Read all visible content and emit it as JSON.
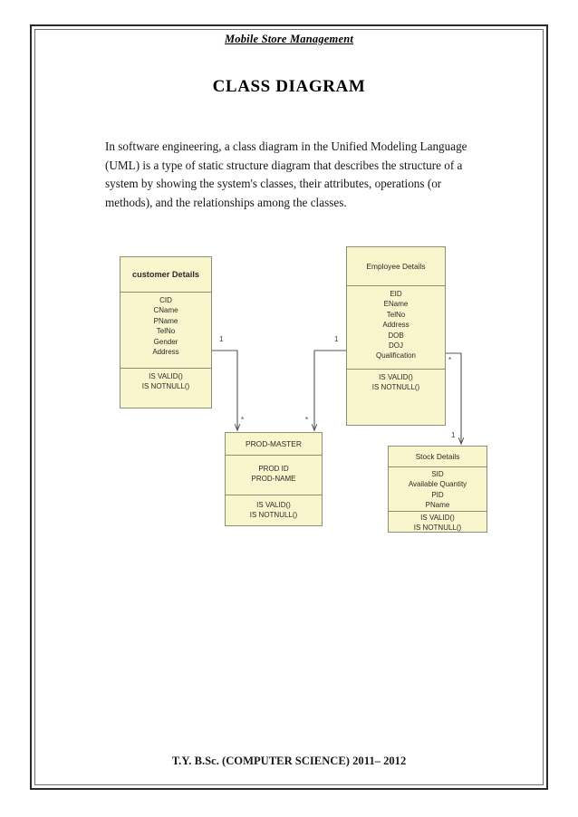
{
  "document": {
    "subtitle": "Mobile Store Management",
    "title": "CLASS DIAGRAM",
    "paragraph": "In software engineering, a class diagram in the Unified Modeling Language (UML) is a type of static structure diagram that describes the structure of a system by showing the system's classes, their attributes, operations (or methods), and the relationships among the classes.",
    "footer": "T.Y. B.Sc. (COMPUTER SCIENCE) 2011– 2012"
  },
  "diagram": {
    "type": "uml-class-diagram",
    "fill_color": "#f9f5cd",
    "border_color": "#8d8d78",
    "line_color": "#555555",
    "classes": [
      {
        "id": "customer",
        "name": "customer Details",
        "attributes": [
          "CID",
          "CName",
          "PName",
          "TelNo",
          "Gender",
          "Address"
        ],
        "operations": [
          "IS VALID()",
          "IS NOTNULL()"
        ]
      },
      {
        "id": "employee",
        "name": "Employee Details",
        "attributes": [
          "EID",
          "EName",
          "TelNo",
          "Address",
          "DOB",
          "DOJ",
          "Qualification"
        ],
        "operations": [
          "IS VALID()",
          "IS NOTNULL()"
        ]
      },
      {
        "id": "prodmaster",
        "name": "PROD-MASTER",
        "attributes": [
          "PROD ID",
          "PROD-NAME"
        ],
        "operations": [
          "IS VALID()",
          "IS NOTNULL()"
        ]
      },
      {
        "id": "stock",
        "name": "Stock Details",
        "attributes": [
          "SID",
          "Available Quantity",
          "PID",
          "PName"
        ],
        "operations": [
          "IS VALID()",
          "IS NOTNULL()"
        ]
      }
    ],
    "associations": [
      {
        "from": "customer",
        "to": "prodmaster",
        "source_multiplicity": "1",
        "target_multiplicity": "*"
      },
      {
        "from": "employee",
        "to": "prodmaster",
        "source_multiplicity": "1",
        "target_multiplicity": "*"
      },
      {
        "from": "employee",
        "to": "stock",
        "source_multiplicity": "*",
        "target_multiplicity": "1"
      }
    ]
  }
}
